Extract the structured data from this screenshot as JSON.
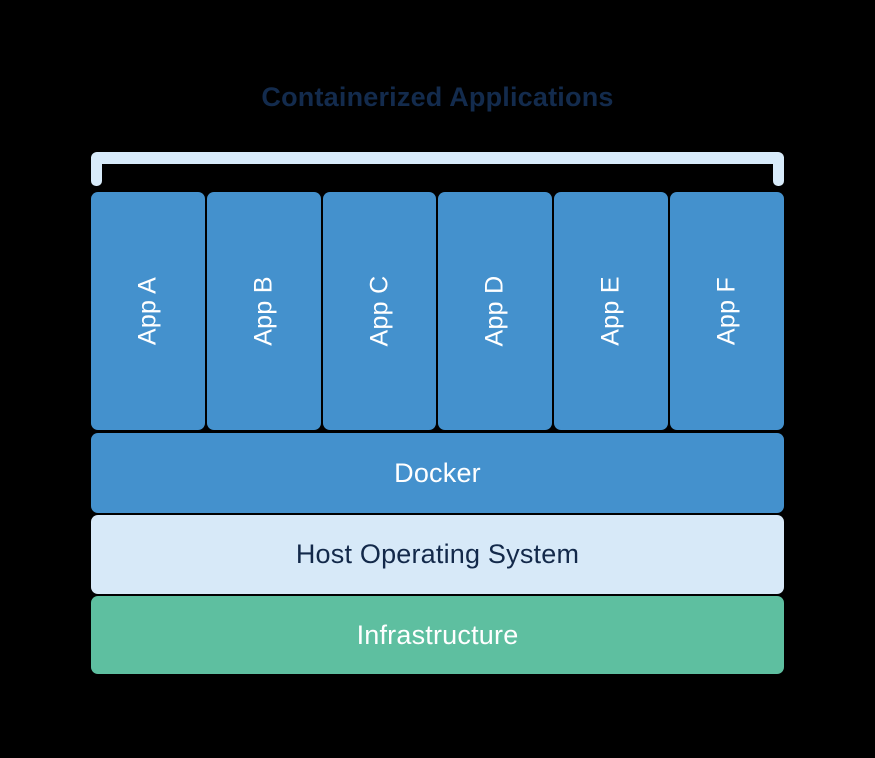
{
  "title": "Containerized Applications",
  "colors": {
    "background": "#000000",
    "title_text": "#132b4d",
    "app_box": "#4491cd",
    "bracket": "#d8ebfa",
    "docker_bar": "#4491cd",
    "host_os_bar": "#d7e9f8",
    "host_os_text": "#13294a",
    "infrastructure_bar": "#5ebfa0",
    "light_text": "#ffffff"
  },
  "bracket": {
    "name": "grouping-bracket",
    "shape": "inverted-u"
  },
  "apps": [
    {
      "label": "App A"
    },
    {
      "label": "App B"
    },
    {
      "label": "App C"
    },
    {
      "label": "App D"
    },
    {
      "label": "App E"
    },
    {
      "label": "App F"
    }
  ],
  "layers": [
    {
      "label": "Docker"
    },
    {
      "label": "Host Operating System"
    },
    {
      "label": "Infrastructure"
    }
  ]
}
